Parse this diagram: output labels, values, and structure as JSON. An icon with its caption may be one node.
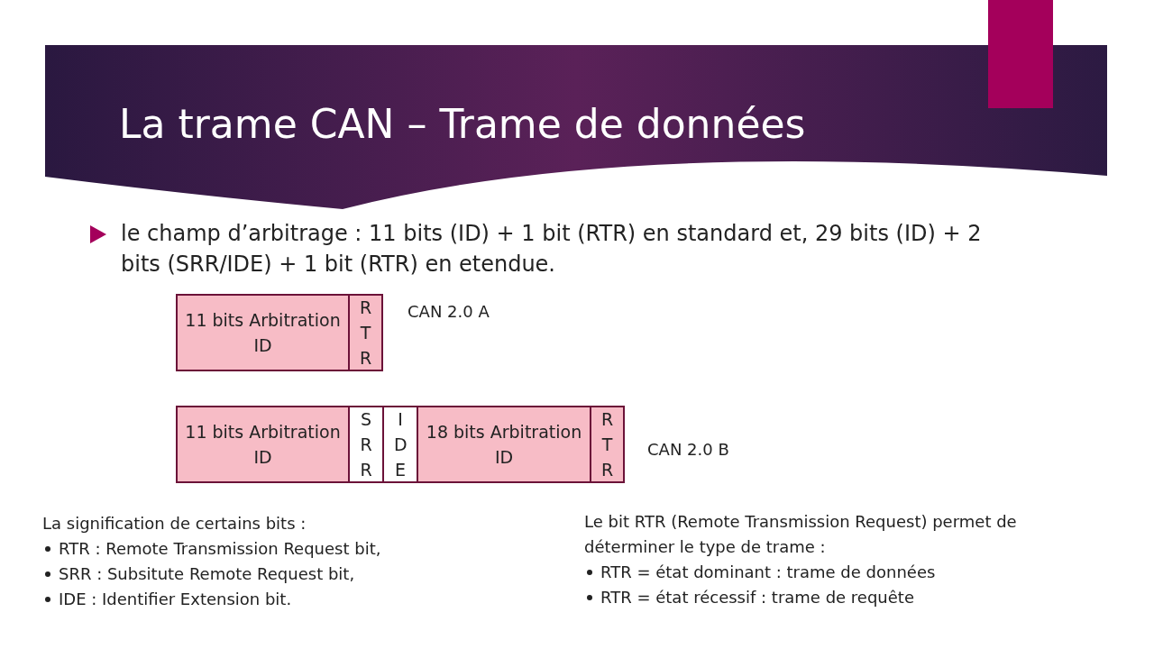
{
  "diagram": {
    "title": "La trame CAN – Trame de données",
    "nodes": [
      {
        "text": [
          "11 bits Arbitration ID"
        ]
      },
      {
        "text": [
          "R T R"
        ]
      },
      {
        "text": [
          "11 bits Arbitration ID"
        ]
      },
      {
        "text": [
          "S R R"
        ]
      },
      {
        "text": [
          "I D E"
        ]
      },
      {
        "text": [
          "18 bits Arbitration ID"
        ]
      },
      {
        "text": [
          "R T R"
        ]
      }
    ],
    "edges": [],
    "labels": [
      "le champ d’arbitrage : 11 bits (ID) + 1 bit (RTR) en standard et, 29 bits (ID) + 2 bits (SRR/IDE) + 1 bit (RTR) en etendue.",
      "CAN 2.0 A",
      "CAN 2.0 B",
      "La signification de certains bits :",
      "RTR : Remote Transmission Request bit,",
      "SRR : Subsitute Remote Request bit,",
      "IDE : Identifier Extension bit.",
      "Le bit RTR (Remote Transmission Request) permet de déterminer le type de trame :",
      "RTR = état dominant : trame de données",
      "RTR = état récessif : trame de requête"
    ]
  }
}
